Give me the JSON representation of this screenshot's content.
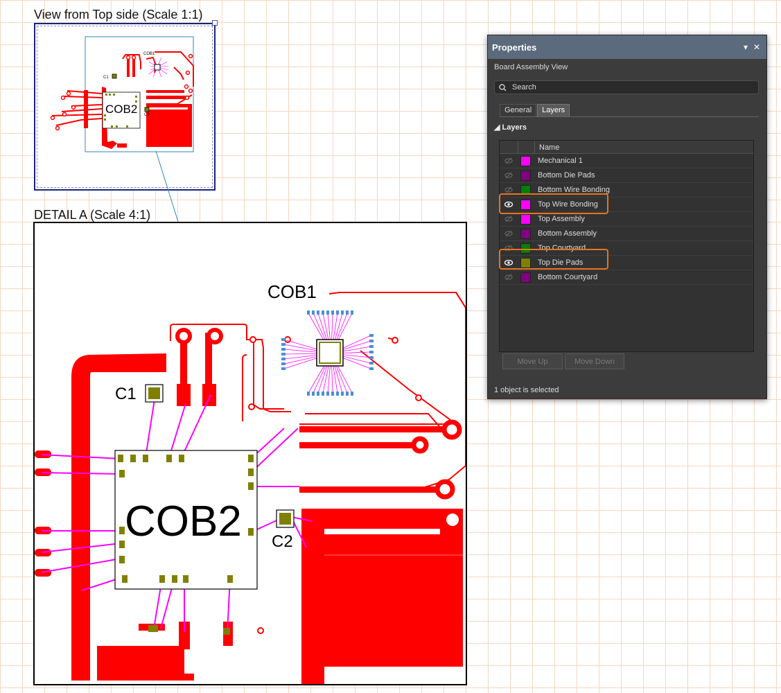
{
  "views": {
    "top_label": "View from Top side (Scale 1:1)",
    "detail_label": "DETAIL A (Scale 4:1)"
  },
  "board": {
    "cob1": "COB1",
    "cob2": "COB2",
    "c1": "C1",
    "c2": "C2"
  },
  "colors": {
    "copper": "#ff0000",
    "wire_bond": "#ff00ff",
    "die_pad": "#808000",
    "pin_blue": "#4b8fd6",
    "panel_bg": "#3c3c3c",
    "panel_title": "#5b6a7c",
    "highlight": "#e8731f"
  },
  "panel": {
    "title": "Properties",
    "subtitle": "Board Assembly View",
    "search_placeholder": "Search",
    "tabs": [
      "General",
      "Layers"
    ],
    "active_tab": "Layers",
    "section": "Layers",
    "column_name": "Name",
    "layers": [
      {
        "name": "Mechanical 1",
        "color": "#ff00ff",
        "visible": false
      },
      {
        "name": "Bottom Die Pads",
        "color": "#800080",
        "visible": false
      },
      {
        "name": "Bottom Wire Bonding",
        "color": "#008000",
        "visible": false
      },
      {
        "name": "Top Wire Bonding",
        "color": "#ff00ff",
        "visible": true
      },
      {
        "name": "Top Assembly",
        "color": "#ff00ff",
        "visible": false
      },
      {
        "name": "Bottom Assembly",
        "color": "#800080",
        "visible": false
      },
      {
        "name": "Top Courtyard",
        "color": "#008000",
        "visible": false
      },
      {
        "name": "Top Die Pads",
        "color": "#808000",
        "visible": true
      },
      {
        "name": "Bottom Courtyard",
        "color": "#800080",
        "visible": false
      }
    ],
    "move_up": "Move Up",
    "move_down": "Move Down",
    "status": "1 object is selected",
    "pin_icon": "pin-down-icon",
    "close_icon": "close-icon"
  }
}
